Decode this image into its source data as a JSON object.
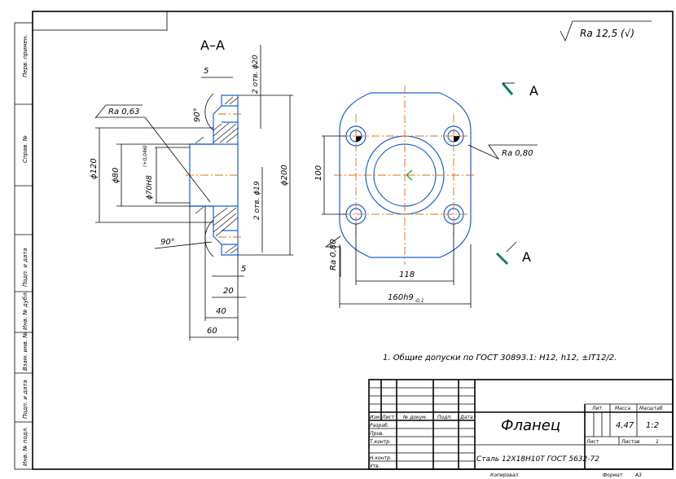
{
  "drawing": {
    "section_label": "A–A",
    "roughness_general": "Ra 12,5 (√)",
    "section_marker": "A",
    "dims": {
      "d120": "ϕ120",
      "d80": "ϕ80",
      "d70": "ϕ70H8",
      "d70_tol": "(+0,046)",
      "d200": "ϕ200",
      "holes20": "2 отв. ϕ20",
      "holes19": "2 отв. ϕ19",
      "w5_top": "5",
      "w5_bot": "5",
      "w20": "20",
      "w40": "40",
      "w60": "60",
      "angle_top": "90°",
      "angle_bot": "90°",
      "ra063": "Ra 0,63",
      "ra080_right": "Ra 0,80",
      "ra080_left": "Ra 0,80",
      "h100": "100",
      "w118": "118",
      "w160": "160h9",
      "w160_tol": "-0,1"
    },
    "note": "1. Общие допуски по ГОСТ 30893.1: H12, h12, ±IT12/2."
  },
  "left_strip": [
    "Перв. примен.",
    "Справ. №",
    "Подп. и дата",
    "Инв. № дубл.",
    "Взам. инв. №",
    "Подп. и дата",
    "Инв. № подл."
  ],
  "title_block": {
    "name": "Фланец",
    "material": "Сталь 12Х18Н10Т ГОСТ 5632-72",
    "headers": {
      "izm": "Изм.",
      "list": "Лист",
      "doc": "№ докум.",
      "podp": "Подп.",
      "data": "Дата"
    },
    "roles": [
      "Разраб.",
      "Пров.",
      "Т.контр.",
      "",
      "Н.контр.",
      "Утв."
    ],
    "lit": "Лит.",
    "mass_label": "Масса",
    "scale_label": "Масштаб",
    "mass": "4,47",
    "scale": "1:2",
    "sheet_label": "Лист",
    "sheets_label": "Листов",
    "sheets": "1",
    "copied": "Копировал",
    "format_label": "Формат",
    "format": "A3"
  }
}
